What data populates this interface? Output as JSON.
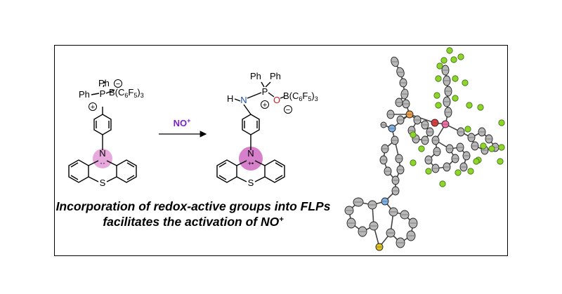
{
  "colors": {
    "nitrogen_highlight": "#e7a8dc",
    "nitrogen_radical_highlight": "#d67fcb",
    "reagent_label": "#7a1fc8",
    "atom_carbon": "#b8b8b8",
    "atom_nitrogen": "#7fb2e8",
    "atom_phosphorus": "#f29b45",
    "atom_boron": "#f56fa6",
    "atom_fluorine": "#8fd42a",
    "atom_sulfur": "#e0c21c",
    "atom_oxygen": "#e23b3b"
  },
  "left_molecule": {
    "ph_top": "Ph",
    "minus_charge": "−",
    "ph_left": "Ph",
    "phosphorus": "P",
    "plus_charge": "+",
    "borane_prefix": "B(C",
    "sub1": "6",
    "mid": "F",
    "sub2": "5",
    "close": ")",
    "sub3": "3",
    "nitrogen": "N",
    "lone_pair": "··",
    "sulfur": "S"
  },
  "reaction": {
    "reagent_main": "NO",
    "reagent_sup": "+"
  },
  "right_molecule": {
    "h": "H",
    "nitrogen_top": "N",
    "ph_1": "Ph",
    "ph_2": "Ph",
    "phosphorus": "P",
    "plus_charge": "+",
    "oxygen": "O",
    "borane_prefix": "B(C",
    "sub1": "6",
    "mid": "F",
    "sub2": "5",
    "close": ")",
    "sub3": "3",
    "minus_charge": "−",
    "nitrogen": "N",
    "radical_cation": "+•",
    "sulfur": "S"
  },
  "caption": {
    "line1": "Incorporation of redox-active groups into FLPs",
    "line2_main": "facilitates the activation of NO",
    "line2_sup": "+"
  }
}
